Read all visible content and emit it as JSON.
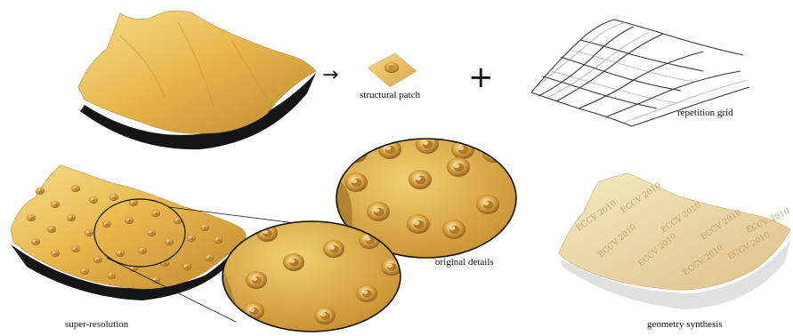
{
  "figure": {
    "arrow_symbol": "→",
    "plus_symbol": "+",
    "captions": {
      "structural_patch": "structural patch",
      "repetition_grid": "repetition grid",
      "original_details": "original details",
      "super_resolution": "super-resolution",
      "geometry_synthesis": "geometry synthesis"
    },
    "engraved_text": "ECCV 2010",
    "colors": {
      "surface_light": "#f3d27a",
      "surface_mid": "#e2b24a",
      "surface_dark": "#b9822a",
      "shadow": "#1a1a1a",
      "grid_line": "#333333",
      "cream": "#f4e3b4"
    }
  }
}
